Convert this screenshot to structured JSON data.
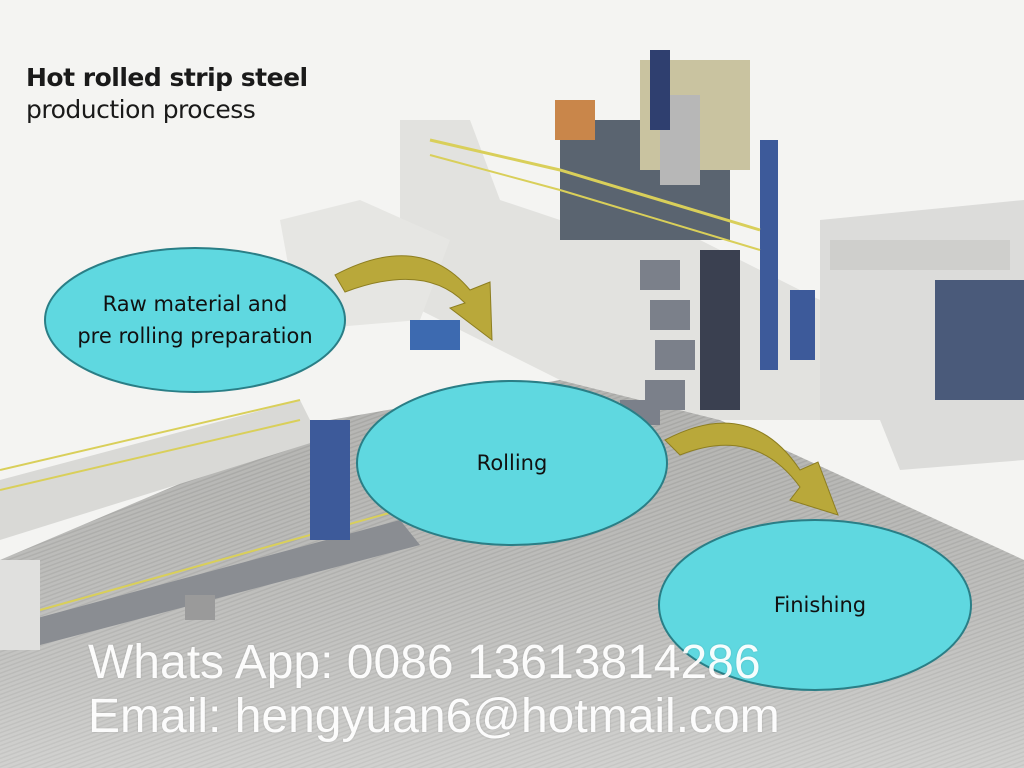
{
  "title": {
    "line1": "Hot rolled strip steel",
    "line2": "production process"
  },
  "stages": [
    {
      "label_line1": "Raw material and",
      "label_line2": "pre rolling preparation"
    },
    {
      "label": "Rolling"
    },
    {
      "label": "Finishing"
    }
  ],
  "contact": {
    "whatsapp": "Whats App: 0086 13613814286",
    "email": "Email: hengyuan6@hotmail.com"
  },
  "colors": {
    "bubble": "#5fd8e0",
    "bubble_border": "#2a7e86",
    "arrow": "#b9a83a",
    "machinery_blue": "#3d5a9a",
    "railing_yellow": "#d9cf5a"
  }
}
